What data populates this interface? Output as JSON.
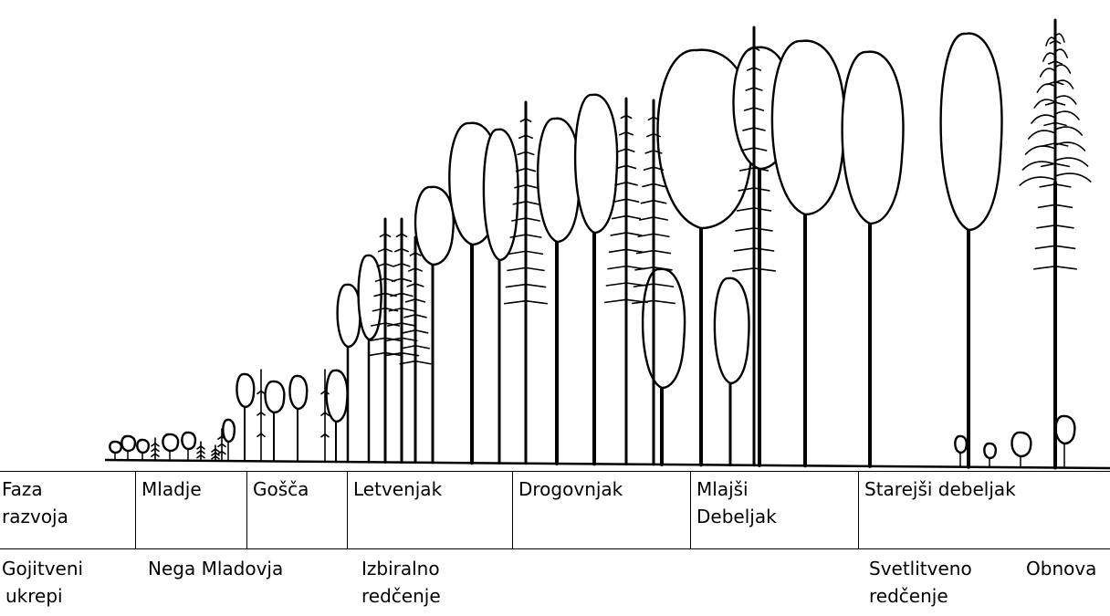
{
  "phases": {
    "header": [
      "Faza",
      "razvoja"
    ],
    "items": [
      [
        "Mladje"
      ],
      [
        "Gošča"
      ],
      [
        "Letvenjak"
      ],
      [
        "Drogovnjak"
      ],
      [
        "Mlajši",
        "Debeljak"
      ],
      [
        "Starejši debeljak"
      ]
    ]
  },
  "measures": {
    "header": [
      "Gojitveni",
      "ukrepi"
    ],
    "young_care": "Nega Mladovja",
    "selective_thinning": [
      "Izbiralno",
      "redčenje"
    ],
    "light_thinning": [
      "Svetlitveno",
      "redčenje"
    ],
    "renewal": "Obnova"
  }
}
